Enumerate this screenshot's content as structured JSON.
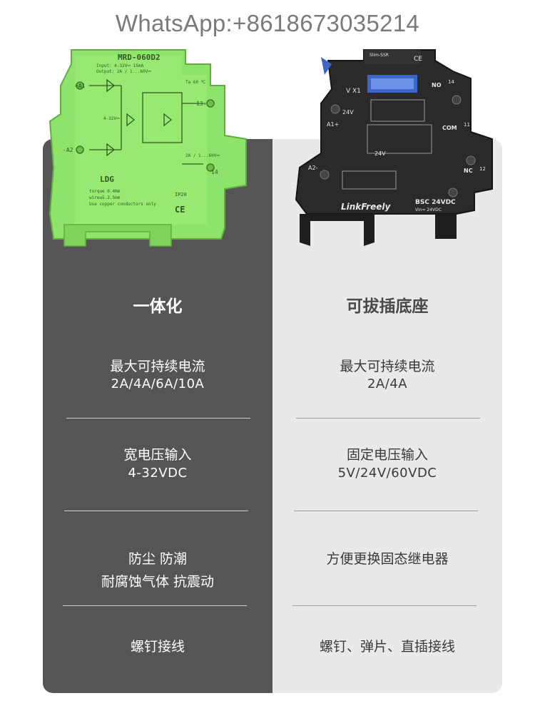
{
  "watermark": "WhatsApp:+8618673035214",
  "left_product": {
    "model": "MRD-060D2",
    "input_line": "Input: 4-32V⎓ 15mA",
    "output_line": "Output: 2A / 1...60V⎓",
    "temp": "Ta 60 ℃",
    "brand": "LDG",
    "torque": "torque 0.4Nm",
    "wire": "wire≤5.2.5mm",
    "copper": "Use copper conductors only",
    "ip": "IP20",
    "ce": "CE",
    "terminals": [
      "+A1",
      "-A2",
      "13+",
      "14"
    ],
    "ratings": [
      "4-32V⎓",
      "2A / 1...60V⎓"
    ]
  },
  "right_product": {
    "brand": "LinkFreely",
    "model": "BSC 24VDC",
    "vin": "Vin= 24VDC",
    "ce": "CE",
    "top_label": "Slim-SSR",
    "vx": "V X1",
    "terminals": [
      "NO",
      "14",
      "A1+",
      "24V",
      "COM",
      "11",
      "A2-",
      "NC",
      "12",
      "24V"
    ]
  },
  "left_column": {
    "title": "一体化",
    "rows": [
      {
        "line1": "最大可持续电流",
        "line2": "2A/4A/6A/10A"
      },
      {
        "line1": "宽电压输入",
        "line2": "4-32VDC"
      },
      {
        "line1": "防尘 防潮",
        "line2": "耐腐蚀气体 抗震动"
      },
      {
        "line1": "螺钉接线"
      }
    ]
  },
  "right_column": {
    "title": "可拔插底座",
    "rows": [
      {
        "line1": "最大可持续电流",
        "line2": "2A/4A"
      },
      {
        "line1": "固定电压输入",
        "line2": "5V/24V/60VDC"
      },
      {
        "line1": "方便更换固态继电器"
      },
      {
        "line1": "螺钉、弹片、直插接线"
      }
    ]
  },
  "colors": {
    "left_panel": "#555555",
    "right_panel": "#e9e9e9",
    "green_relay": "#8ee36a",
    "dark_relay": "#2a2a2a"
  }
}
